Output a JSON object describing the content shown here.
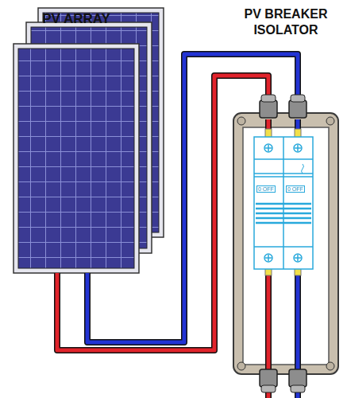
{
  "diagram": {
    "nodes": [
      {
        "text": [
          "PV ARRAY"
        ]
      },
      {
        "text": [
          "PV BREAKER ISOLATOR"
        ]
      }
    ],
    "edges": [
      {
        "from": 0,
        "to": 1,
        "arrow": "none"
      },
      {
        "from": 0,
        "to": 1,
        "arrow": "none"
      }
    ],
    "labels": [
      "0 OFF",
      "0 OFF"
    ]
  }
}
